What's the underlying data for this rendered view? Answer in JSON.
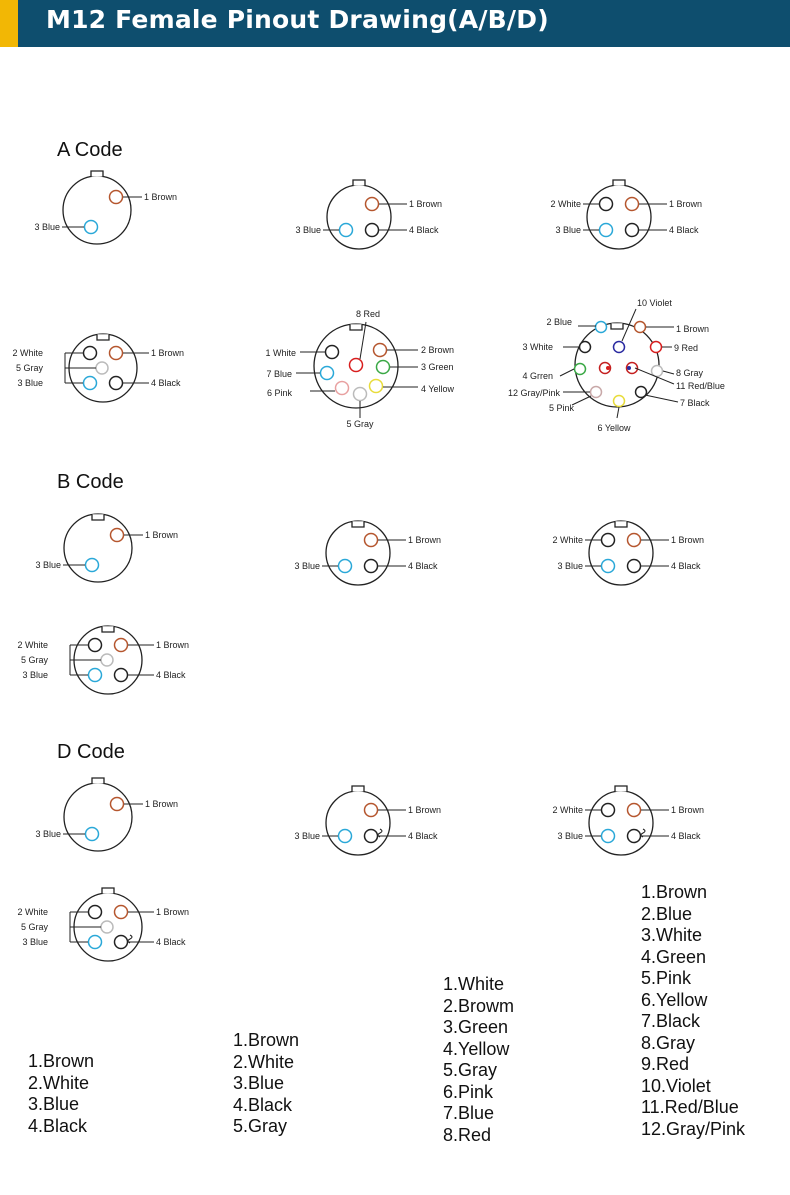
{
  "header": {
    "title": "M12 Female Pinout Drawing(A/B/D)",
    "accent": "#f2b705",
    "background": "#0e4e6e"
  },
  "sections": [
    {
      "id": "a",
      "title": "A Code"
    },
    {
      "id": "b",
      "title": "B Code"
    },
    {
      "id": "d",
      "title": "D Code"
    }
  ],
  "colors": {
    "Brown": "#b5562e",
    "Blue": "#2aa8d8",
    "White": "#222222",
    "Black": "#222222",
    "Gray": "#bbbbbb",
    "Green": "#3aa845",
    "Yellow": "#e8dc3a",
    "Pink": "#e8a0a0",
    "Red": "#d81e1e",
    "Violet": "#2a2aa0",
    "RedBlue": "#c42020",
    "GrayPink": "#c8a8a8"
  },
  "connectors": [
    {
      "id": "a1",
      "labels": [
        "1 Brown",
        "3 Blue"
      ]
    },
    {
      "id": "a2",
      "labels": [
        "1 Brown",
        "4 Black",
        "3 Blue"
      ]
    },
    {
      "id": "a3",
      "labels": [
        "2 White",
        "1 Brown",
        "3 Blue",
        "4 Black"
      ]
    },
    {
      "id": "a4",
      "labels": [
        "2 White",
        "1 Brown",
        "5 Gray",
        "3 Blue",
        "4 Black"
      ]
    },
    {
      "id": "a5",
      "labels": [
        "8 Red",
        "1 White",
        "2 Brown",
        "3 Green",
        "7 Blue",
        "6 Pink",
        "4 Yellow",
        "5 Gray"
      ]
    },
    {
      "id": "a6",
      "labels": [
        "10 Violet",
        "2 Blue",
        "1 Brown",
        "9 Red",
        "3 White",
        "4 Grren",
        "8 Gray",
        "11 Red/Blue",
        "12 Gray/Pink",
        "7 Black",
        "5 Pink",
        "6 Yellow"
      ]
    },
    {
      "id": "b1",
      "labels": [
        "1 Brown",
        "3 Blue"
      ]
    },
    {
      "id": "b2",
      "labels": [
        "1 Brown",
        "4 Black",
        "3 Blue"
      ]
    },
    {
      "id": "b3",
      "labels": [
        "2 White",
        "1 Brown",
        "3 Blue",
        "4 Black"
      ]
    },
    {
      "id": "b4",
      "labels": [
        "2 White",
        "1 Brown",
        "5 Gray",
        "3 Blue",
        "4 Black"
      ]
    },
    {
      "id": "d1",
      "labels": [
        "1 Brown",
        "3 Blue"
      ]
    },
    {
      "id": "d2",
      "labels": [
        "1 Brown",
        "4 Black",
        "3 Blue"
      ]
    },
    {
      "id": "d3",
      "labels": [
        "2 White",
        "1 Brown",
        "3 Blue",
        "4 Black"
      ]
    },
    {
      "id": "d4",
      "labels": [
        "2 White",
        "1 Brown",
        "5 Gray",
        "3 Blue",
        "4 Black"
      ]
    }
  ],
  "legends": [
    {
      "id": "legend-4pin",
      "items": [
        "1.Brown",
        "2.White",
        "3.Blue",
        "4.Black"
      ]
    },
    {
      "id": "legend-5pin",
      "items": [
        "1.Brown",
        "2.White",
        "3.Blue",
        "4.Black",
        "5.Gray"
      ]
    },
    {
      "id": "legend-8pin",
      "items": [
        "1.White",
        "2.Browm",
        "3.Green",
        "4.Yellow",
        "5.Gray",
        "6.Pink",
        "7.Blue",
        "8.Red"
      ]
    },
    {
      "id": "legend-12pin",
      "items": [
        "1.Brown",
        "2.Blue",
        "3.White",
        "4.Green",
        "5.Pink",
        "6.Yellow",
        "7.Black",
        "8.Gray",
        "9.Red",
        "10.Violet",
        "11.Red/Blue",
        "12.Gray/Pink"
      ]
    }
  ]
}
